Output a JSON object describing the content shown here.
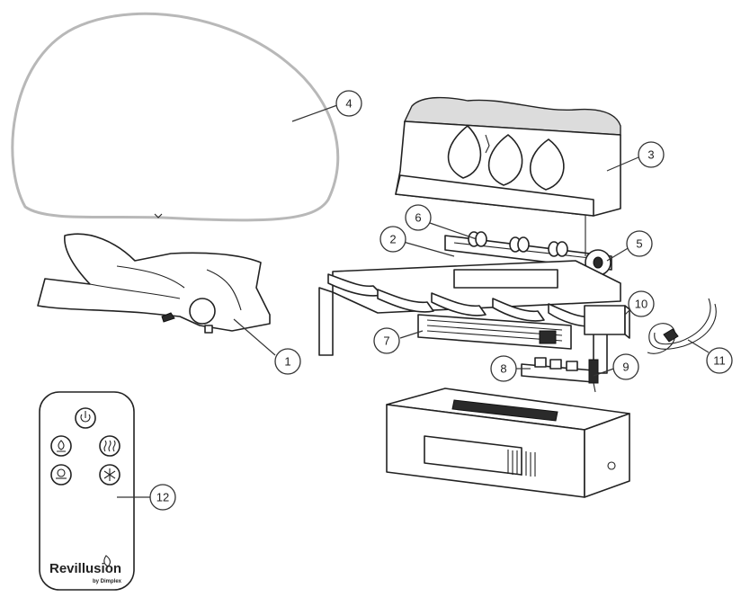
{
  "callouts": [
    {
      "id": "1",
      "label": "1"
    },
    {
      "id": "2",
      "label": "2"
    },
    {
      "id": "3",
      "label": "3"
    },
    {
      "id": "4",
      "label": "4"
    },
    {
      "id": "5",
      "label": "5"
    },
    {
      "id": "6",
      "label": "6"
    },
    {
      "id": "7",
      "label": "7"
    },
    {
      "id": "8",
      "label": "8"
    },
    {
      "id": "9",
      "label": "9"
    },
    {
      "id": "10",
      "label": "10"
    },
    {
      "id": "11",
      "label": "11"
    },
    {
      "id": "12",
      "label": "12"
    }
  ],
  "remote": {
    "brand": "Revillusion",
    "sub_brand": "by Dimplex",
    "buttons": [
      "power-icon",
      "flame-icon",
      "heat-icon",
      "light-icon",
      "snowflake-icon"
    ]
  }
}
